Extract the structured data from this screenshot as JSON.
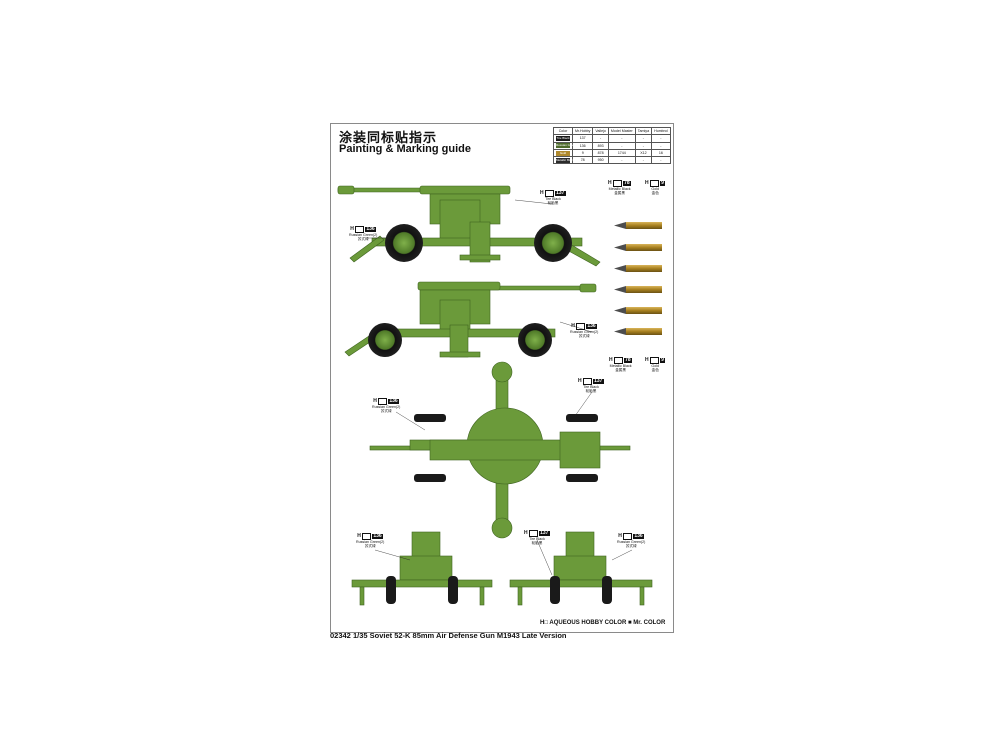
{
  "header": {
    "title_cn": "涂装同标贴指示",
    "title_en": "Painting & Marking guide"
  },
  "color_table": {
    "headers": [
      "Color",
      "Mr.Hobby",
      "Vallejo",
      "Model Master",
      "Tamiya",
      "Humbrol"
    ],
    "rows": [
      {
        "name": "Tire Black",
        "swatch": "#1a1a1a",
        "code": "137",
        "vallejo": "-",
        "model_master": "-",
        "tamiya": "-",
        "humbrol": "-"
      },
      {
        "name": "Russian Green(2)",
        "swatch": "#4e6b2c",
        "code": "136",
        "vallejo": "893",
        "model_master": "-",
        "tamiya": "-",
        "humbrol": "-"
      },
      {
        "name": "Gold",
        "swatch": "#b08a2e",
        "code": "9",
        "vallejo": "878",
        "model_master": "1744",
        "tamiya": "X12",
        "humbrol": "16"
      },
      {
        "name": "Metallic Black",
        "swatch": "#2b2b2b",
        "code": "78",
        "vallejo": "950",
        "model_master": "-",
        "tamiya": "-",
        "humbrol": "-"
      }
    ]
  },
  "callouts": {
    "side_top_green": {
      "h": "H",
      "code": "136",
      "en": "Russian Green(2)",
      "cn": "苏式绿"
    },
    "side_top_tire": {
      "h": "H",
      "code": "137",
      "en": "Tire Black",
      "cn": "轮胎黑"
    },
    "shell_top_metal": {
      "h": "H",
      "code": "78",
      "en": "Metallic Black",
      "cn": "金属黑"
    },
    "shell_top_gold": {
      "h": "H",
      "code": "9",
      "en": "Gold",
      "cn": "金色"
    },
    "side_bottom_green": {
      "h": "H",
      "code": "136",
      "en": "Russian Green(2)",
      "cn": "苏式绿"
    },
    "shell_bottom_metal": {
      "h": "H",
      "code": "78",
      "en": "Metallic Black",
      "cn": "金属黑"
    },
    "shell_bottom_gold": {
      "h": "H",
      "code": "9",
      "en": "Gold",
      "cn": "金色"
    },
    "plan_green": {
      "h": "H",
      "code": "136",
      "en": "Russian Green(2)",
      "cn": "苏式绿"
    },
    "plan_tire": {
      "h": "H",
      "code": "137",
      "en": "Tire Black",
      "cn": "轮胎黑"
    },
    "front_green": {
      "h": "H",
      "code": "136",
      "en": "Russian Green(2)",
      "cn": "苏式绿"
    },
    "rear_tire": {
      "h": "H",
      "code": "137",
      "en": "Tire Black",
      "cn": "轮胎黑"
    },
    "rear_green": {
      "h": "H",
      "code": "136",
      "en": "Russian Green(2)",
      "cn": "苏式绿"
    }
  },
  "legend": {
    "aqueous": "H□ AQUEOUS HOBBY COLOR",
    "mr_color": "■ Mr. COLOR"
  },
  "caption": "02342 1/35 Soviet 52-K 85mm Air Defense Gun M1943 Late Version",
  "colors": {
    "green": "#6b9a3a",
    "green_dark": "#3f6420",
    "tire": "#1a1a1a",
    "brass": "#b58a2c"
  }
}
